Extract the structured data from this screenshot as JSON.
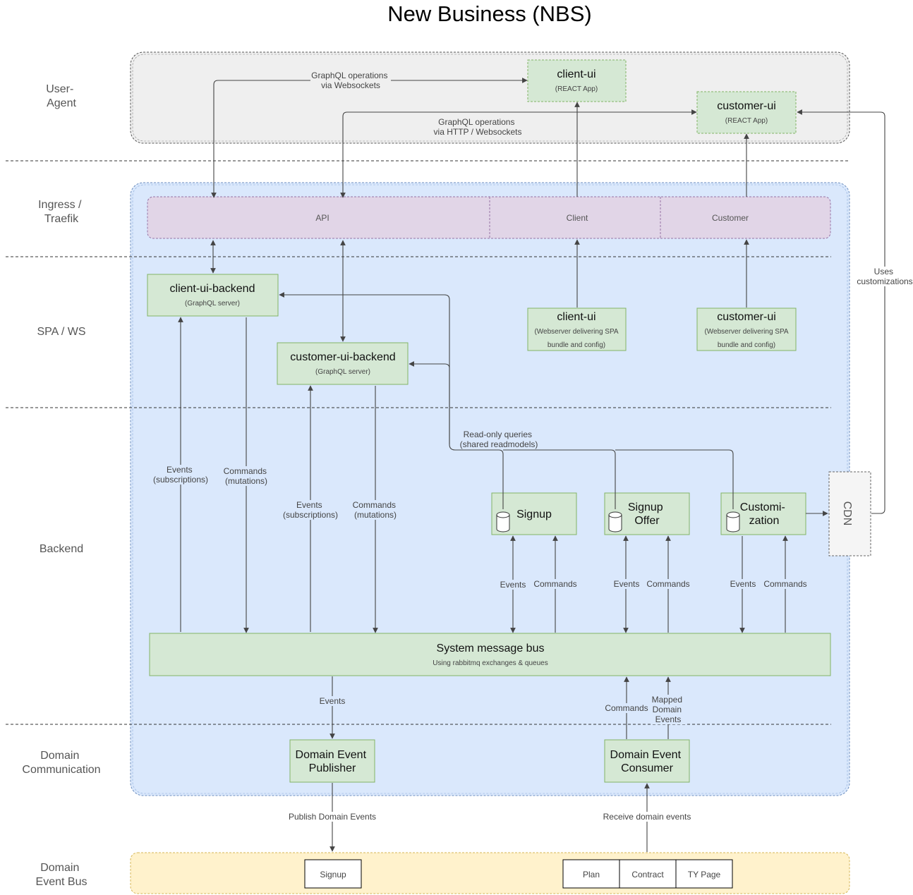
{
  "title": "New Business (NBS)",
  "lanes": {
    "user_agent": [
      "User-",
      "Agent"
    ],
    "ingress": [
      "Ingress /",
      "Traefik"
    ],
    "spa_ws": "SPA / WS",
    "backend": "Backend",
    "domain_comm": [
      "Domain",
      "Communication"
    ],
    "domain_bus": [
      "Domain",
      "Event Bus"
    ]
  },
  "user_agent": {
    "client_ui": {
      "title": "client-ui",
      "subtitle": "(REACT App)"
    },
    "customer_ui": {
      "title": "customer-ui",
      "subtitle": "(REACT App)"
    },
    "ws_label": [
      "GraphQL operations",
      "via Websockets"
    ],
    "http_label": [
      "GraphQL operations",
      "via HTTP / Websockets"
    ]
  },
  "ingress": {
    "api": "API",
    "client": "Client",
    "customer": "Customer"
  },
  "spa": {
    "client_backend": {
      "title": "client-ui-backend",
      "subtitle": "(GraphQL server)"
    },
    "customer_backend": {
      "title": "customer-ui-backend",
      "subtitle": "(GraphQL server)"
    },
    "client_ui_ws": {
      "title": "client-ui",
      "sub1": "(Webserver delivering SPA",
      "sub2": "bundle and config)"
    },
    "customer_ui_ws": {
      "title": "customer-ui",
      "sub1": "(Webserver delivering SPA",
      "sub2": "bundle and config)"
    }
  },
  "backend": {
    "readonly": [
      "Read-only queries",
      "(shared readmodels)"
    ],
    "events_sub": [
      "Events",
      "(subscriptions)"
    ],
    "commands_mut": [
      "Commands",
      "(mutations)"
    ],
    "signup": "Signup",
    "signup_offer": [
      "Signup",
      "Offer"
    ],
    "customization": [
      "Customi-",
      "zation"
    ],
    "cdn": "CDN",
    "uses_customizations": [
      "Uses",
      "customizations"
    ],
    "events": "Events",
    "commands": "Commands",
    "bus_title": "System message bus",
    "bus_subtitle": "Using rabbitmq exchanges & queues",
    "mapped": [
      "Mapped",
      "Domain",
      "Events"
    ]
  },
  "domain": {
    "publisher": [
      "Domain Event",
      "Publisher"
    ],
    "consumer": [
      "Domain Event",
      "Consumer"
    ],
    "publish_label": "Publish Domain Events",
    "receive_label": "Receive domain events"
  },
  "event_bus": {
    "signup": "Signup",
    "plan": "Plan",
    "contract": "Contract",
    "ty_page": "TY Page"
  },
  "colors": {
    "green_fill": "#d5e8d4",
    "green_stroke": "#82b366",
    "blue_zone": "#dae8fc",
    "purple_zone": "#e1d5e7",
    "grey_zone": "#efefef",
    "yellow_zone": "#fff2cc"
  }
}
